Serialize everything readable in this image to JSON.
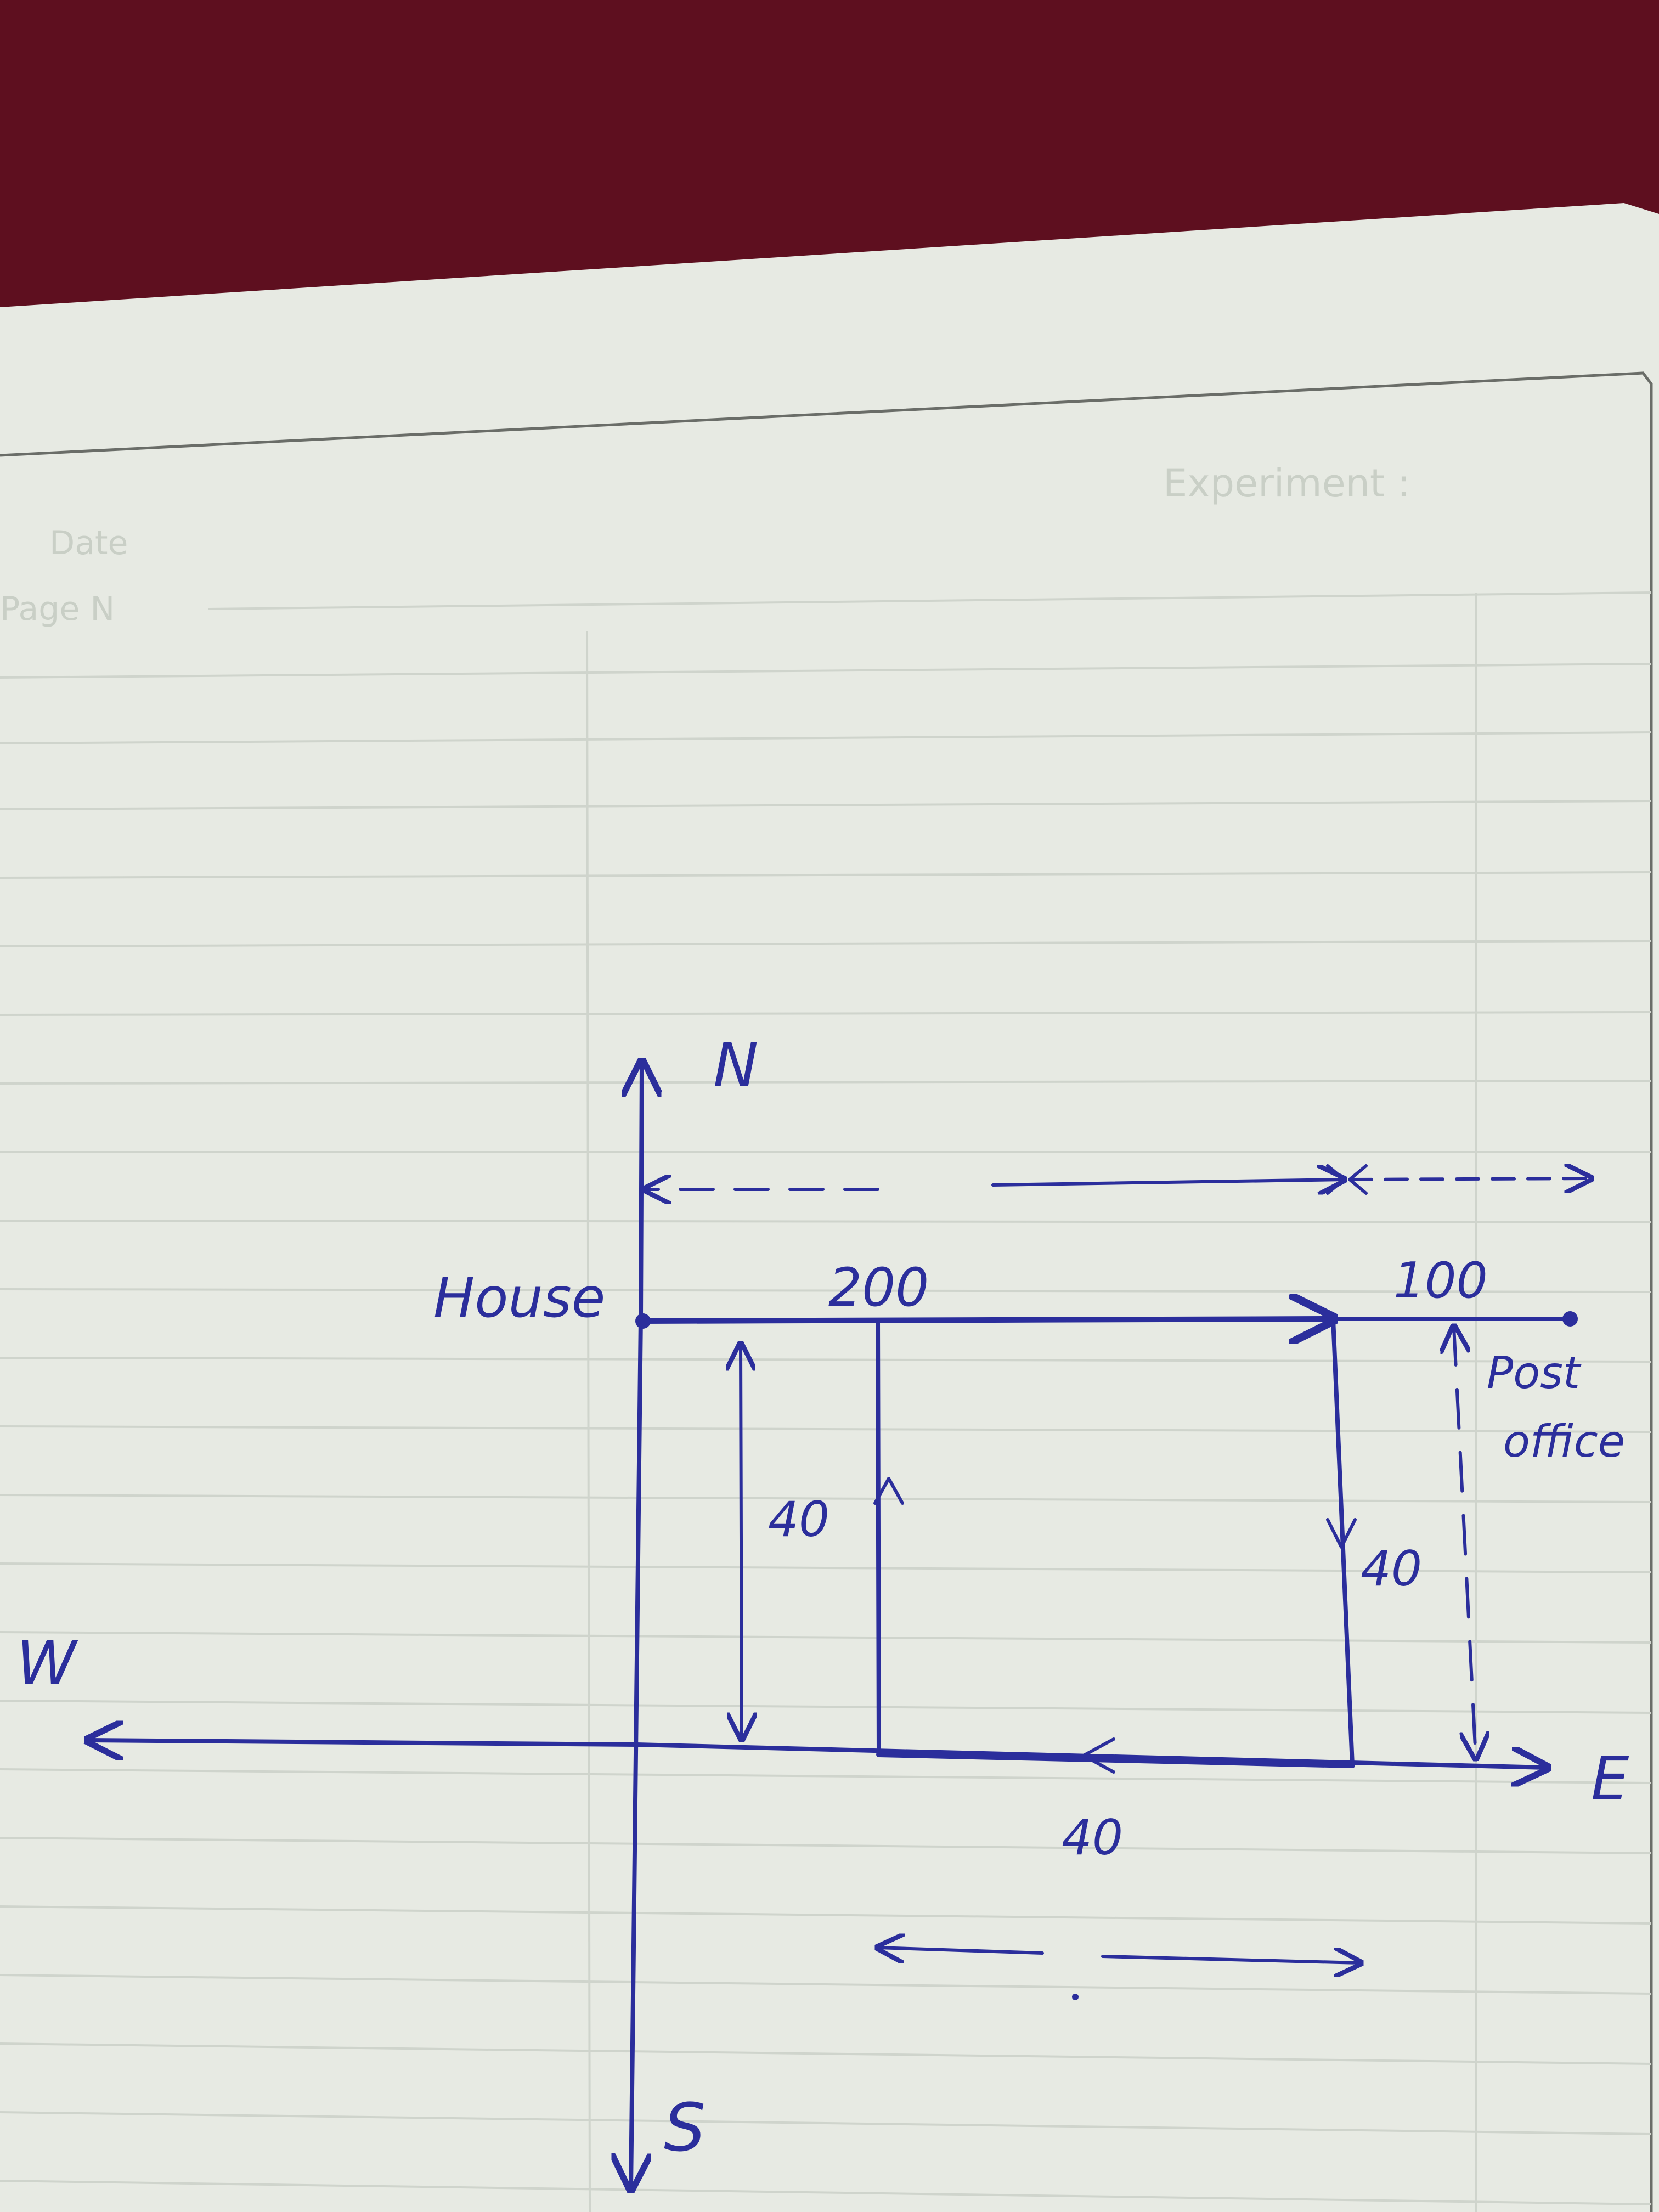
{
  "colors": {
    "background_cloth": "#5e0f1f",
    "paper": "#e6e9e2",
    "rule_line": "#cfd4cc",
    "ink": "#2b2e9c"
  },
  "page_header": {
    "experiment_label": "Experiment :",
    "date_label": "Date",
    "page_label": "Page N"
  },
  "diagram": {
    "directions": {
      "north": "N",
      "south": "S",
      "east": "E",
      "west": "W"
    },
    "labels": {
      "house": "House",
      "post_office_line1": "Post",
      "post_office_line2": "office"
    },
    "distances": {
      "house_east_leg": "200",
      "extra_east_leg": "100",
      "north_leg_left": "40",
      "north_leg_middle": "40",
      "south_leg_right": "40",
      "bottom_west_leg": "40"
    }
  }
}
